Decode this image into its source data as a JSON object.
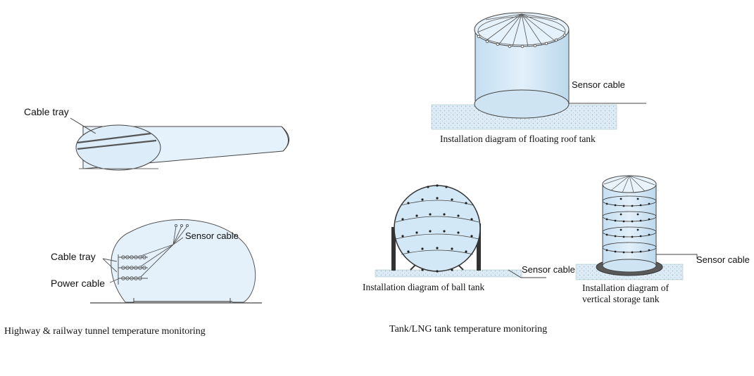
{
  "tunnel_top": {
    "label_cable_tray": "Cable tray"
  },
  "tunnel_section": {
    "label_sensor_cable": "Sensor cable",
    "label_cable_tray": "Cable tray",
    "label_power_cable": "Power cable"
  },
  "tunnel_caption": "Highway & railway tunnel temperature monitoring",
  "floating_roof_tank": {
    "label_sensor_cable": "Sensor cable",
    "caption": "Installation diagram of floating roof tank"
  },
  "ball_tank": {
    "label_sensor_cable": "Sensor cable",
    "caption": "Installation diagram of ball tank"
  },
  "vertical_tank": {
    "label_sensor_cable": "Sensor cable",
    "caption_line1": "Installation diagram of",
    "caption_line2": "vertical storage tank"
  },
  "tank_caption": "Tank/LNG tank temperature monitoring",
  "colors": {
    "tank_fill": "#cfe6f5",
    "outline": "#222222",
    "ground": "#dcebf5"
  }
}
